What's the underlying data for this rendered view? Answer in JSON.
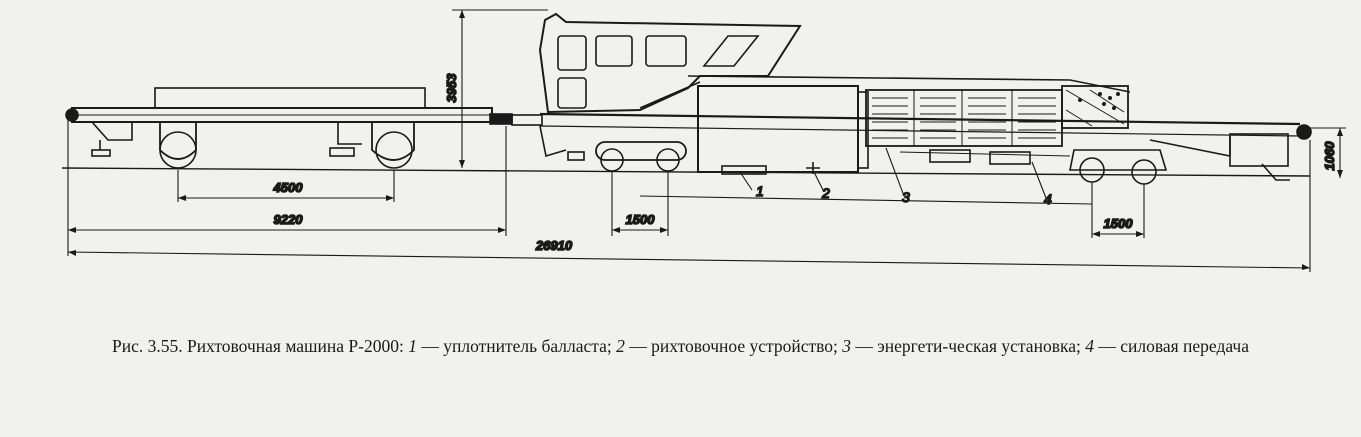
{
  "figure": {
    "dimensions": {
      "height_total": "3953",
      "height_buffer": "1060",
      "base_trailer": "4500",
      "trailer_to_coupler": "9220",
      "bogie_front": "1500",
      "bogie_rear": "1500",
      "overall_length": "26910"
    },
    "callouts": [
      "1",
      "2",
      "3",
      "4"
    ]
  },
  "caption": {
    "prefix": "Рис. 3.55. Рихтовочная машина Р-2000: ",
    "items": [
      {
        "num": "1",
        "text": " — уплотнитель балласта; "
      },
      {
        "num": "2",
        "text": " — рихтовочное устройство; "
      },
      {
        "num": "3",
        "text": " — энергети-ческая установка; "
      },
      {
        "num": "4",
        "text": " — силовая передача"
      }
    ]
  }
}
